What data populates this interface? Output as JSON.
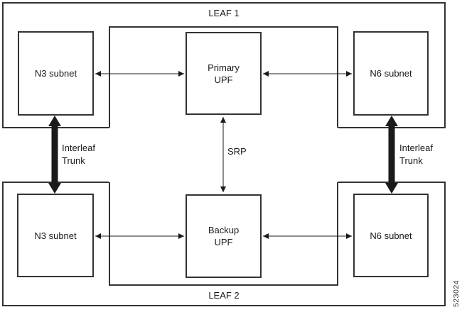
{
  "figure_number": "523024",
  "leaf1": {
    "label": "LEAF 1",
    "n3": "N3 subnet",
    "upf_line1": "Primary",
    "upf_line2": "UPF",
    "n6": "N6 subnet"
  },
  "leaf2": {
    "label": "LEAF 2",
    "n3": "N3 subnet",
    "upf_line1": "Backup",
    "upf_line2": "UPF",
    "n6": "N6 subnet"
  },
  "links": {
    "srp": "SRP",
    "interleaf_left_line1": "Interleaf",
    "interleaf_left_line2": "Trunk",
    "interleaf_right_line1": "Interleaf",
    "interleaf_right_line2": "Trunk"
  },
  "colors": {
    "outline": "#333333",
    "arrow": "#1a1a1a",
    "text": "#1a1a1a",
    "background": "#ffffff"
  }
}
